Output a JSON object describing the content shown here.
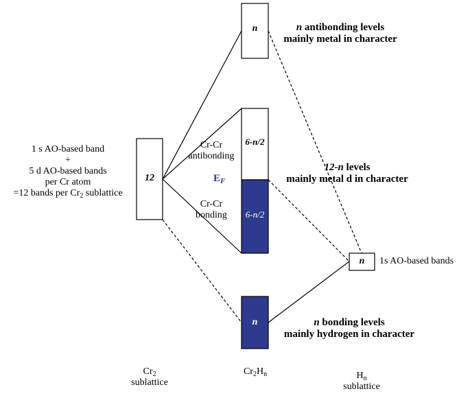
{
  "cr2_description": {
    "line1": "1 s AO-based band",
    "plus": "+",
    "line3": "5 d AO-based bands",
    "line4": "per Cr atom",
    "line5_pre": "=12 bands per Cr",
    "line5_sub": "2",
    "line5_post": " sublattice"
  },
  "boxes": {
    "cr2_count": "12",
    "top_antibonding": "n",
    "crcr_antibonding": "6-n/2",
    "crcr_bonding": "6-n/2",
    "bottom_bonding": "n",
    "h_sublattice": "n"
  },
  "labels": {
    "crcr_antibonding_l1": "Cr-Cr",
    "crcr_antibonding_l2": "antibonding",
    "crcr_bonding_l1": "Cr-Cr",
    "crcr_bonding_l2": "bonding",
    "fermi_main": "E",
    "fermi_sub": "F",
    "h_bands": "1s AO-based bands"
  },
  "annotations": {
    "top_italic": "n",
    "top_rest": " antibonding levels",
    "top_line2": "mainly metal in character",
    "mid_italic": "12-n",
    "mid_rest": " levels",
    "mid_line2": "mainly metal d in character",
    "bottom_italic": "n",
    "bottom_rest": " bonding levels",
    "bottom_line2": "mainly hydrogen in character"
  },
  "columns": {
    "cr2_main": "Cr",
    "cr2_sub": "2",
    "cr2_caption": "sublattice",
    "cr2hn_a": "Cr",
    "cr2hn_a_sub": "2",
    "cr2hn_b": "H",
    "cr2hn_b_sub": "n",
    "hn_main": "H",
    "hn_sub": "n",
    "hn_caption": "sublattice"
  },
  "colors": {
    "filled_band": "#2E3A8F",
    "fermi_label": "#2E3A8F"
  }
}
